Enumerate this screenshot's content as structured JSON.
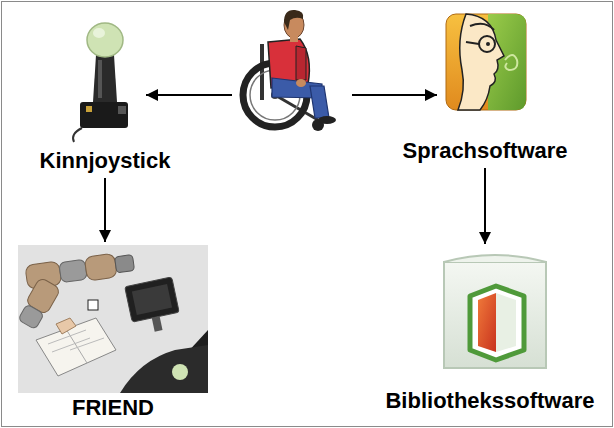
{
  "diagram": {
    "nodes": [
      {
        "text": [
          "Kinnjoystick"
        ]
      },
      {
        "text": [
          "Sprachsoftware"
        ]
      },
      {
        "text": [
          "FRIEND"
        ]
      },
      {
        "text": [
          "Bibliothekssoftware"
        ]
      }
    ],
    "edges": [
      {
        "from": 0,
        "to": 2,
        "arrow": "to"
      },
      {
        "from": 1,
        "to": 3,
        "arrow": "to"
      }
    ]
  }
}
